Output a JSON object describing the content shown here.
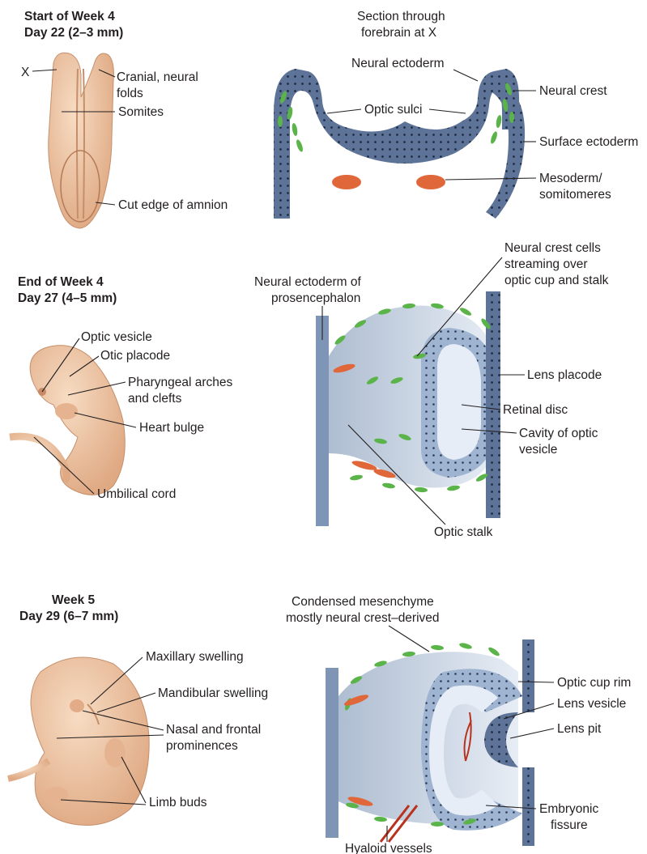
{
  "panel1": {
    "header_line1": "Start of Week 4",
    "header_line2": "Day 22 (2–3 mm)",
    "x_label": "X",
    "cranial_l1": "Cranial, neural",
    "cranial_l2": "folds",
    "somites": "Somites",
    "amnion": "Cut edge of amnion",
    "section_l1": "Section through",
    "section_l2": "forebrain at X",
    "neural_ecto": "Neural ectoderm",
    "neural_crest": "Neural crest",
    "optic_sulci": "Optic sulci",
    "surface_ecto": "Surface ectoderm",
    "mesoderm_l1": "Mesoderm/",
    "mesoderm_l2": "somitomeres"
  },
  "panel2": {
    "header_line1": "End of Week 4",
    "header_line2": "Day 27 (4–5 mm)",
    "optic_vesicle": "Optic vesicle",
    "otic_placode": "Otic placode",
    "pharyn_l1": "Pharyngeal arches",
    "pharyn_l2": "and clefts",
    "heart_bulge": "Heart bulge",
    "umbilical": "Umbilical cord",
    "neural_ecto_l1": "Neural ectoderm of",
    "neural_ecto_l2": "prosencephalon",
    "crest_l1": "Neural crest cells",
    "crest_l2": "streaming over",
    "crest_l3": "optic cup and stalk",
    "lens_placode": "Lens placode",
    "retinal_disc": "Retinal disc",
    "cavity_l1": "Cavity of optic",
    "cavity_l2": "vesicle",
    "optic_stalk": "Optic stalk"
  },
  "panel3": {
    "header_line1": "Week 5",
    "header_line2": "Day 29 (6–7 mm)",
    "maxillary": "Maxillary swelling",
    "mandibular": "Mandibular swelling",
    "nasal_l1": "Nasal and frontal",
    "nasal_l2": "prominences",
    "limb_buds": "Limb buds",
    "condensed_l1": "Condensed mesenchyme",
    "condensed_l2": "mostly neural crest–derived",
    "optic_cup_rim": "Optic cup rim",
    "lens_vesicle": "Lens vesicle",
    "lens_pit": "Lens pit",
    "embryonic_l1": "Embryonic",
    "embryonic_l2": "fissure",
    "hyaloid": "Hyaloid vessels"
  },
  "colors": {
    "embryo_skin": "#f0c9a6",
    "neural_tissue": "#6f86a8",
    "neural_crest": "#5bb449",
    "mesoderm": "#e0673a",
    "mesenchyme_fill": "#cdd8e6"
  }
}
